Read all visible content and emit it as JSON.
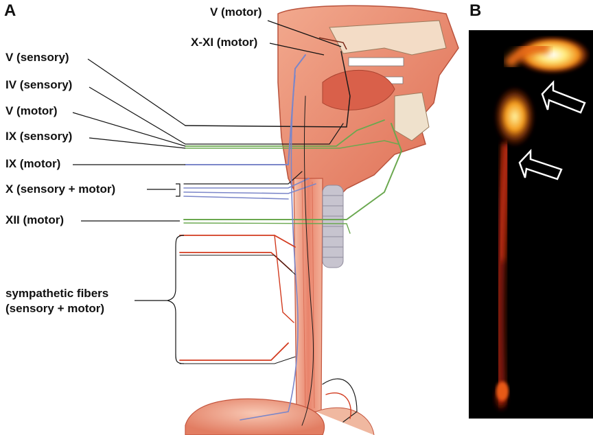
{
  "panels": {
    "a": "A",
    "b": "B"
  },
  "labels": {
    "v_motor_top": "V (motor)",
    "x_xi_motor": "X-XI (motor)",
    "v_sensory": "V (sensory)",
    "iv_sensory": "IV (sensory)",
    "v_motor": "V (motor)",
    "ix_sensory": "IX (sensory)",
    "ix_motor": "IX (motor)",
    "x_sensory_motor": "X (sensory + motor)",
    "xii_motor": "XII (motor)",
    "sympathetic_line1": "sympathetic fibers",
    "sympathetic_line2": "(sensory + motor)"
  },
  "colors": {
    "nerve_black": "#1a1a1a",
    "nerve_green": "#6aa84f",
    "nerve_blue": "#7b86c9",
    "nerve_red": "#d23a1e",
    "tissue": "#e9836b",
    "scan_bg": "#000000",
    "scan_hot": "#ffe97a"
  }
}
